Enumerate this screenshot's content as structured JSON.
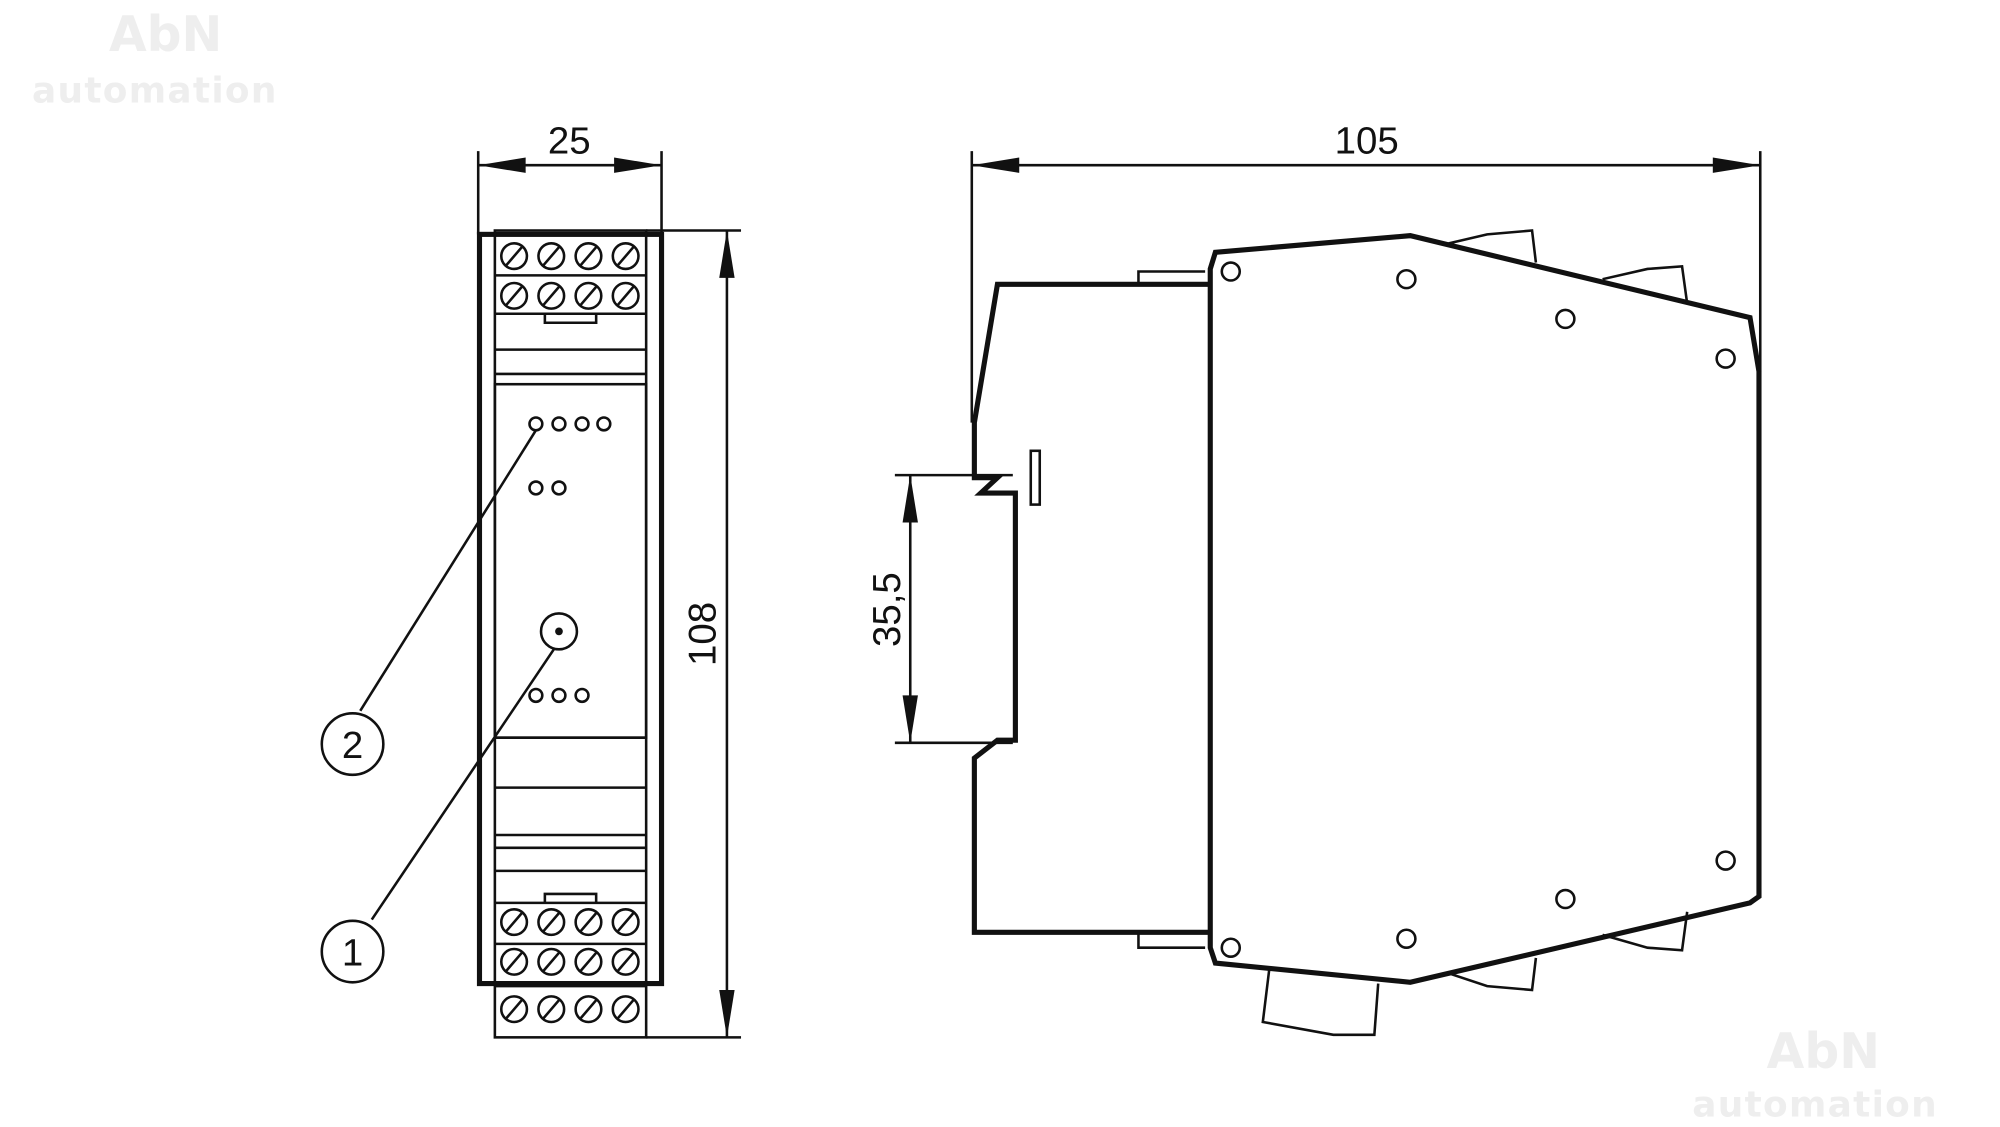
{
  "watermark": {
    "line1": "AbN",
    "line2": "automation"
  },
  "dimensions": {
    "width": "25",
    "height": "108",
    "depth": "105",
    "rail": "35,5"
  },
  "callouts": [
    "1",
    "2"
  ],
  "colors": {
    "line": "#111111",
    "background": "#ffffff",
    "watermark": "#eeeeee"
  }
}
